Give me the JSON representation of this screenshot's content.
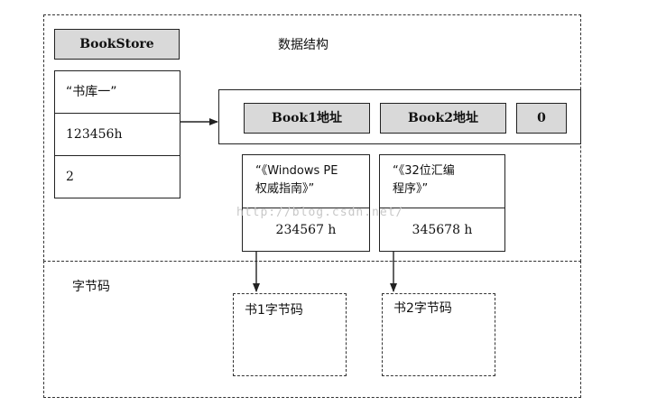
{
  "top_region": {
    "bookstore_label": "BookStore",
    "title": "数据结构"
  },
  "bookstore_struct": {
    "name_field": "“书库一”",
    "pointer_field": "123456h",
    "count_field": "2"
  },
  "pointer_array": {
    "slot1": "Book1地址",
    "slot2": "Book2地址",
    "terminator": "0"
  },
  "book1": {
    "title_line1": "“《Windows PE",
    "title_line2": "权威指南》”",
    "address": "234567 h"
  },
  "book2": {
    "title_line1": "“《32位汇编",
    "title_line2": "程序》”",
    "address": "345678 h"
  },
  "bottom_region": {
    "label": "字节码",
    "book1_bytes": "书1字节码",
    "book2_bytes": "书2字节码"
  },
  "watermark": "http://blog.csdn.net/"
}
